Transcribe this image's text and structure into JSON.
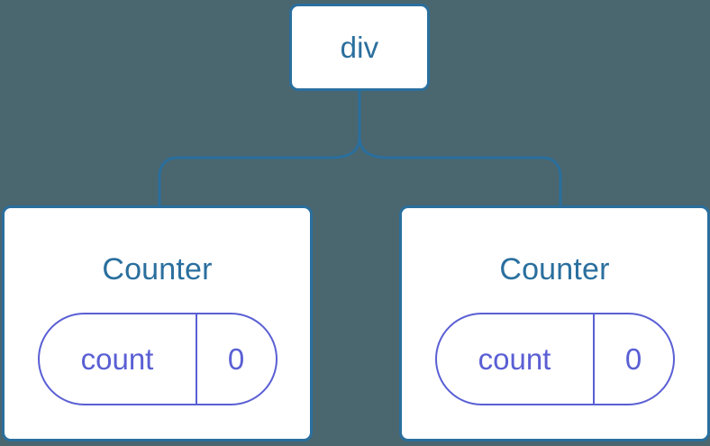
{
  "diagram": {
    "type": "component-tree",
    "background_color": "#4a666f",
    "node_border_color": "#2a6f9e",
    "node_fill_color": "#ffffff",
    "node_text_color": "#2a6f9e",
    "state_accent_color": "#5a5fd4",
    "connector_color": "#2a6f9e"
  },
  "root": {
    "label": "div"
  },
  "children": [
    {
      "label": "Counter",
      "state": {
        "key": "count",
        "value": "0"
      }
    },
    {
      "label": "Counter",
      "state": {
        "key": "count",
        "value": "0"
      }
    }
  ]
}
